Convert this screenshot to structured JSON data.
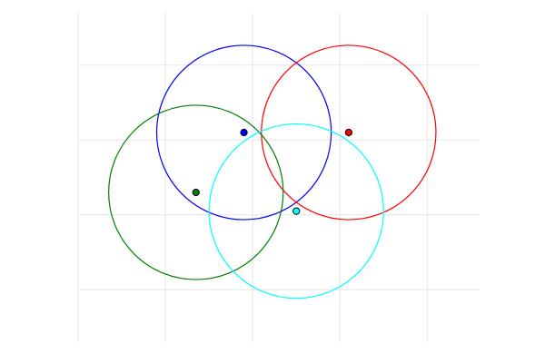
{
  "chart_data": {
    "type": "scatter",
    "title": "",
    "xlabel": "",
    "ylabel": "",
    "xlim": [
      0,
      4.6
    ],
    "ylim": [
      -0.7,
      3.7
    ],
    "x_grid": [
      0,
      1,
      2,
      3,
      4
    ],
    "y_grid": [
      0,
      1,
      2,
      3
    ],
    "grid": true,
    "legend": "none",
    "aspect": "equal",
    "series": [
      {
        "x": 1.9,
        "y": 2.1,
        "radius": 1.0,
        "color": "#0000ff"
      },
      {
        "x": 3.1,
        "y": 2.1,
        "radius": 1.0,
        "color": "#ff0000"
      },
      {
        "x": 1.35,
        "y": 1.3,
        "radius": 1.0,
        "color": "#008000"
      },
      {
        "x": 2.5,
        "y": 1.05,
        "radius": 1.0,
        "color": "#00ffff"
      }
    ]
  }
}
